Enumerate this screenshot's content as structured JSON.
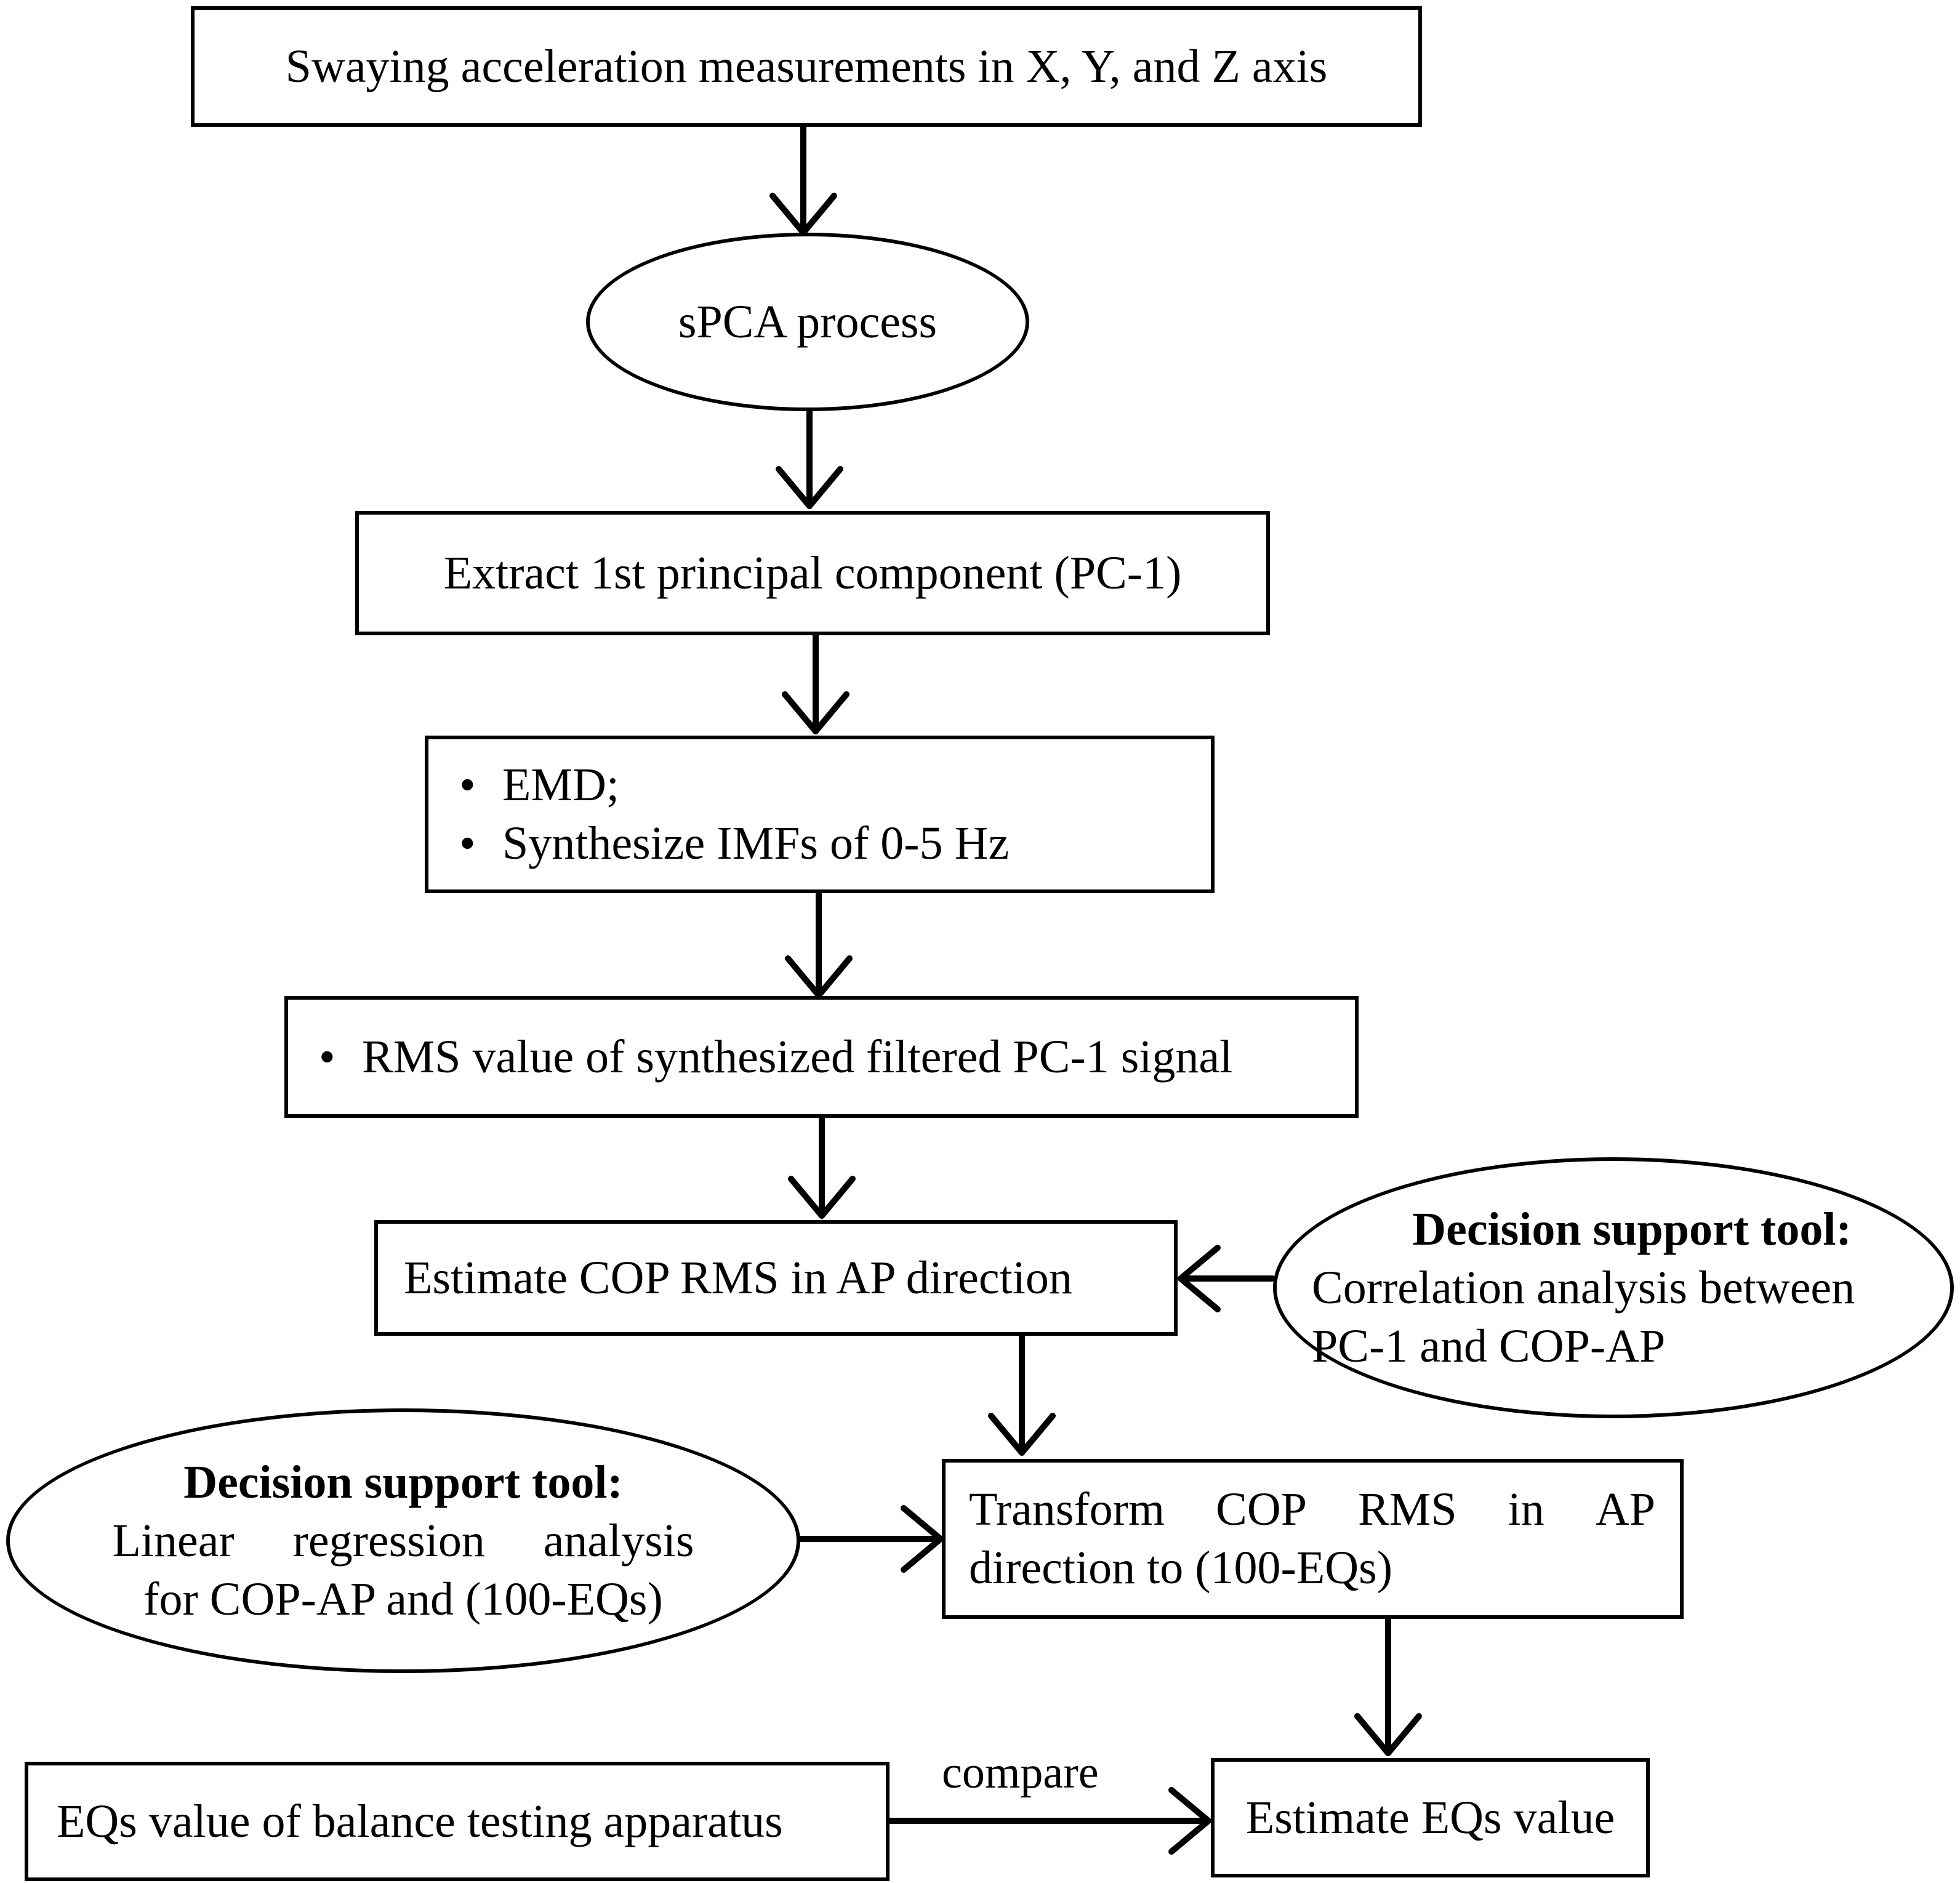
{
  "nodes": {
    "swaying": "Swaying acceleration measurements in X, Y, and Z axis",
    "spca": "sPCA process",
    "extract": "Extract 1st principal component (PC-1)",
    "emd": {
      "items": [
        "EMD;",
        "Synthesize IMFs of 0-5 Hz"
      ]
    },
    "rms": {
      "items": [
        "RMS value of synthesized filtered PC-1 signal"
      ]
    },
    "estimate_cop": "Estimate COP RMS in AP direction",
    "decision_tool_1": {
      "title": "Decision support tool:",
      "line1": "Correlation analysis between",
      "line2": "PC-1 and COP-AP"
    },
    "decision_tool_2": {
      "title": "Decision support tool:",
      "line1_words": [
        "Linear",
        "regression",
        "analysis"
      ],
      "line2": "for COP-AP and (100-EQs)"
    },
    "transform": {
      "line1_words": [
        "Transform",
        "COP",
        "RMS",
        "in",
        "AP"
      ],
      "line2": "direction to (100-EQs)"
    },
    "eqs_apparatus": "EQs value of balance testing apparatus",
    "estimate_eqs": "Estimate EQs value"
  },
  "edges": {
    "compare_label": "compare"
  },
  "colors": {
    "stroke": "#000000",
    "fill": "#ffffff"
  }
}
